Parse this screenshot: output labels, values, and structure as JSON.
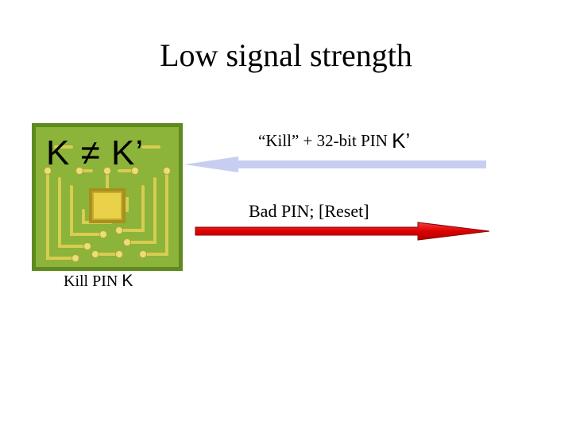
{
  "slide": {
    "title": "Low signal strength"
  },
  "tag": {
    "left": "K",
    "op": "≠",
    "right": "K’",
    "caption_text": "Kill PIN ",
    "caption_k": "K"
  },
  "messages": {
    "top_text": "“Kill” + 32-bit PIN ",
    "top_k": "K’",
    "bottom_text": "Bad PIN; [Reset]"
  },
  "colors": {
    "chip_green": "#8cb33a",
    "chip_border": "#5e8a1f",
    "trace_yellow": "#d8cc52",
    "arrow_left": "#c8cdf2",
    "arrow_right": "#ee1111"
  }
}
